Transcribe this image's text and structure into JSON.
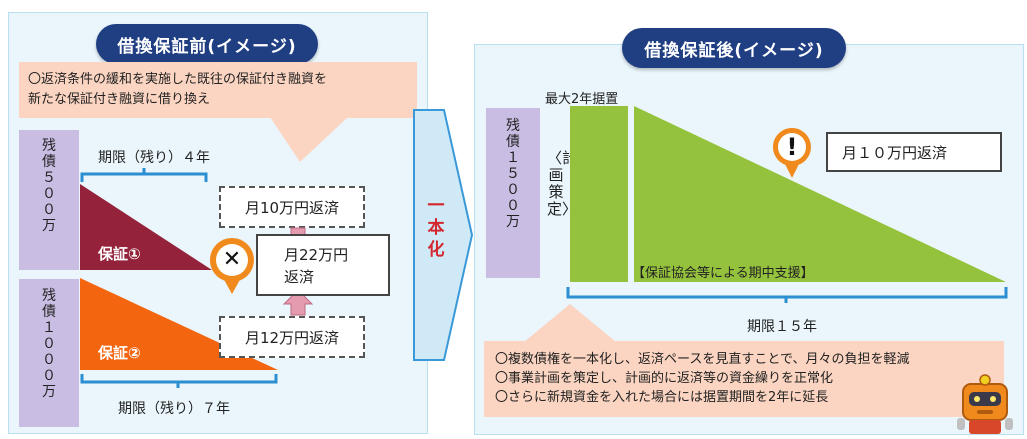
{
  "before": {
    "title": "借換保証前(イメージ)",
    "note_line1": "〇返済条件の緩和を実施した既往の保証付き融資を",
    "note_line2": "新たな保証付き融資に借り換え",
    "loan1": {
      "balance_label": "残債５００万",
      "term": "期限（残り）４年",
      "name": "保証①",
      "payment": "月10万円返済",
      "color": "#93223a"
    },
    "loan2": {
      "balance_label": "残債１０００万",
      "term": "期限（残り）７年",
      "name": "保証②",
      "payment": "月12万円返済",
      "color": "#f3650f"
    },
    "combined_line1": "月22万円",
    "combined_line2": "返済",
    "x_mark": "✕"
  },
  "middle": {
    "arrow_label": "一本化"
  },
  "after": {
    "title": "借換保証後(イメージ)",
    "balance_label": "残債１５００万",
    "plan_label": "〈計画策定〉",
    "deferral_label": "最大2年据置",
    "payment": "月１０万円返済",
    "support_label": "【保証協会等による期中支援】",
    "term": "期限１５年",
    "note_line1": "〇複数債権を一本化し、返済ペースを見直すことで、月々の負担を軽減",
    "note_line2": "〇事業計画を策定し、計画的に返済等の資金繰りを正常化",
    "note_line3": "〇さらに新規資金を入れた場合には据置期間を2年に延長",
    "alert_mark": "!",
    "green": "#95c23d"
  }
}
